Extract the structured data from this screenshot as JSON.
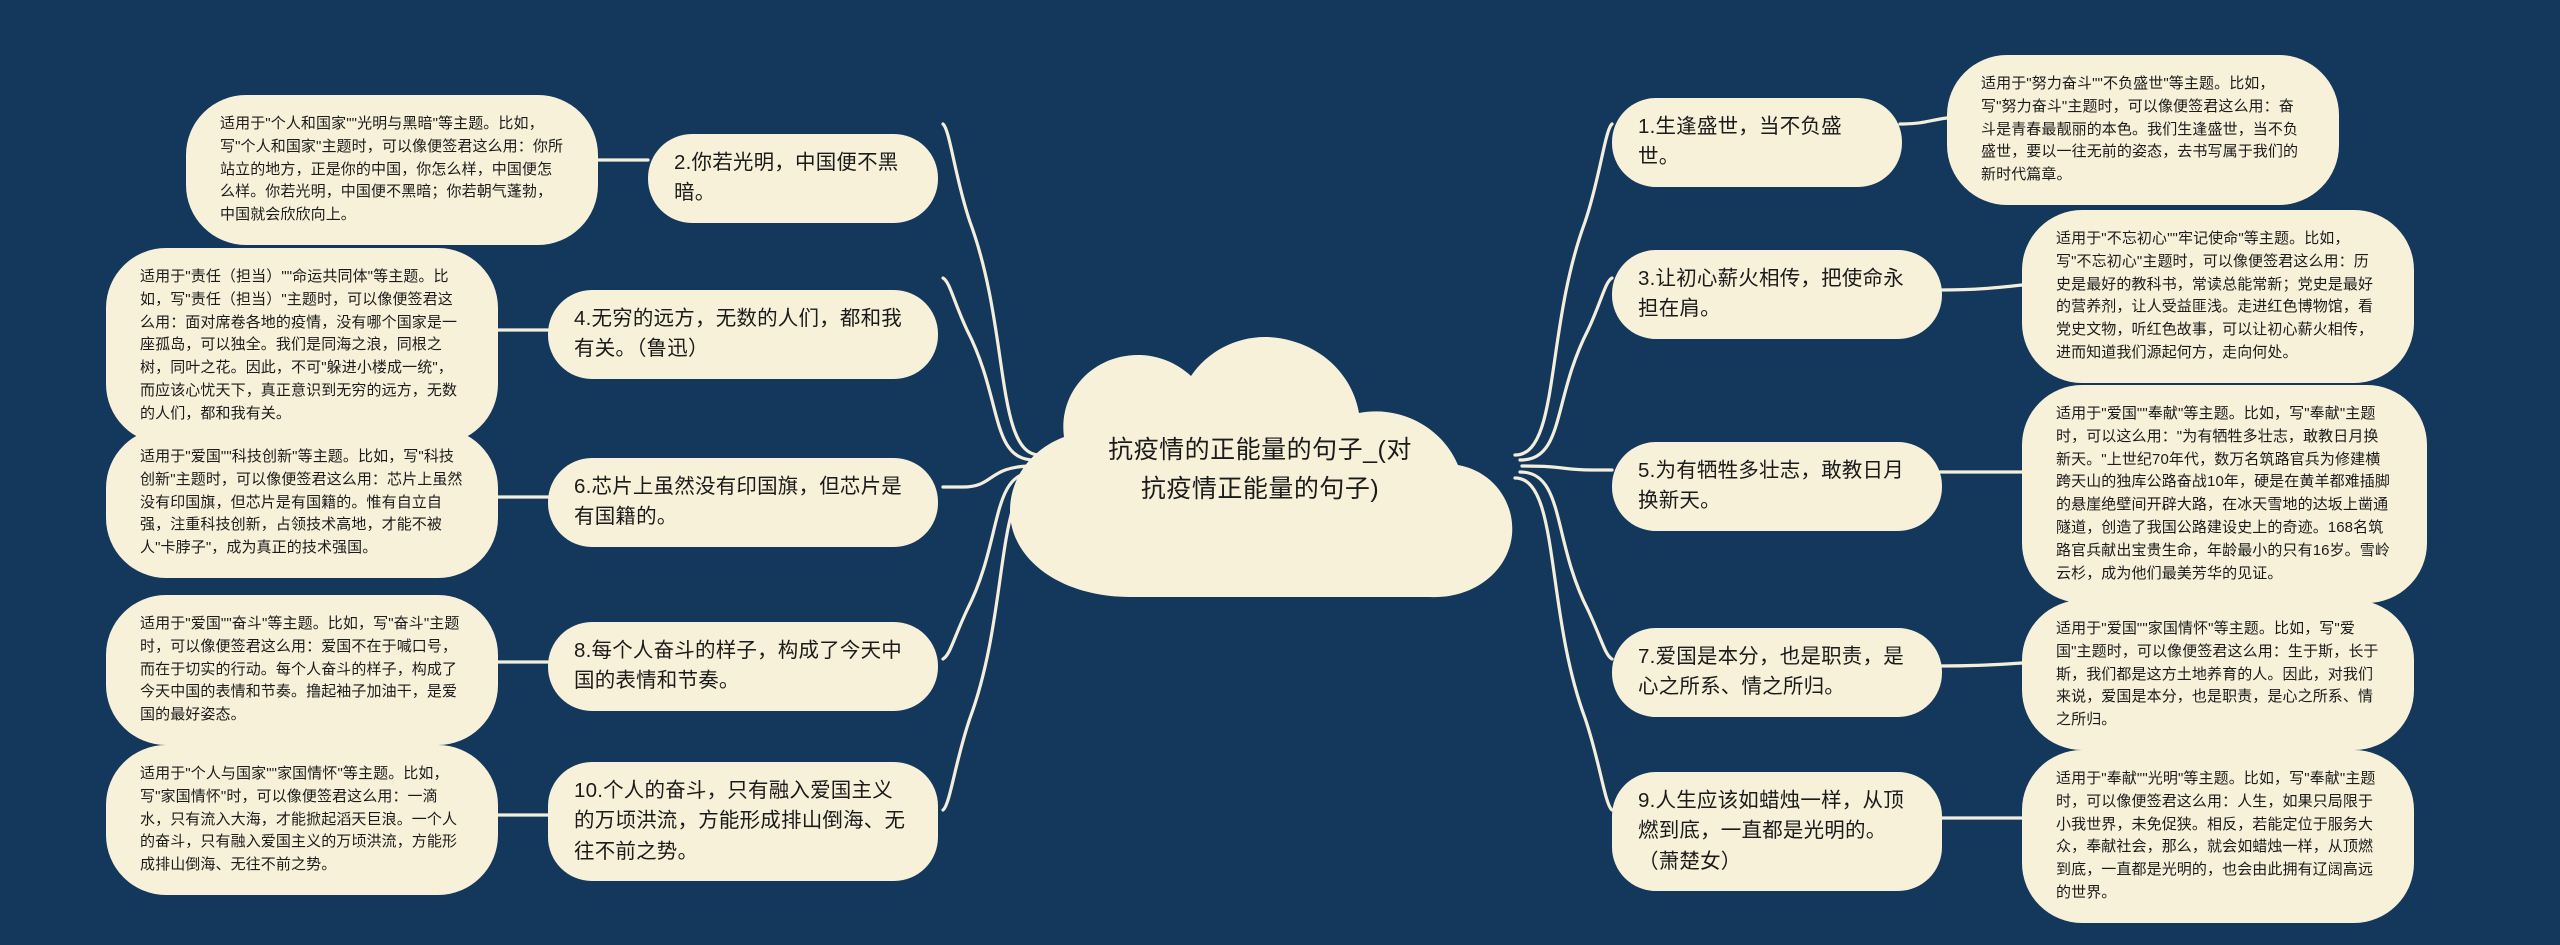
{
  "theme": {
    "background_color": "#14375c",
    "node_fill_color": "#f7f1da",
    "cloud_fill_color": "#f7f1da",
    "connector_color": "#f4efdc",
    "text_color": "#1b1b1b"
  },
  "center": {
    "title": "抗疫情的正能量的句子_(对抗疫情正能量的句子)"
  },
  "branches": [
    {
      "id": "topic-1",
      "side": "right",
      "topic": "1.生逢盛世，当不负盛世。",
      "detail": "适用于\"努力奋斗\"\"不负盛世\"等主题。比如，写\"努力奋斗\"主题时，可以像便签君这么用：奋斗是青春最靓丽的本色。我们生逢盛世，当不负盛世，要以一往无前的姿态，去书写属于我们的新时代篇章。"
    },
    {
      "id": "topic-3",
      "side": "right",
      "topic": "3.让初心薪火相传，把使命永担在肩。",
      "detail": "适用于\"不忘初心\"\"牢记使命\"等主题。比如，写\"不忘初心\"主题时，可以像便签君这么用：历史是最好的教科书，常读总能常新；党史是最好的营养剂，让人受益匪浅。走进红色博物馆，看党史文物，听红色故事，可以让初心薪火相传，进而知道我们源起何方，走向何处。"
    },
    {
      "id": "topic-5",
      "side": "right",
      "topic": "5.为有牺牲多壮志，敢教日月换新天。",
      "detail": "适用于\"爱国\"\"奉献\"等主题。比如，写\"奉献\"主题时，可以这么用：\"为有牺牲多壮志，敢教日月换新天。\"上世纪70年代，数万名筑路官兵为修建横跨天山的独库公路奋战10年，硬是在黄羊都难插脚的悬崖绝壁间开辟大路，在冰天雪地的达坂上凿通隧道，创造了我国公路建设史上的奇迹。168名筑路官兵献出宝贵生命，年龄最小的只有16岁。雪岭云杉，成为他们最美芳华的见证。"
    },
    {
      "id": "topic-7",
      "side": "right",
      "topic": "7.爱国是本分，也是职责，是心之所系、情之所归。",
      "detail": "适用于\"爱国\"\"家国情怀\"等主题。比如，写\"爱国\"主题时，可以像便签君这么用：生于斯，长于斯，我们都是这方土地养育的人。因此，对我们来说，爱国是本分，也是职责，是心之所系、情之所归。"
    },
    {
      "id": "topic-9",
      "side": "right",
      "topic": "9.人生应该如蜡烛一样，从顶燃到底，一直都是光明的。（萧楚女）",
      "detail": "适用于\"奉献\"\"光明\"等主题。比如，写\"奉献\"主题时，可以像便签君这么用：人生，如果只局限于小我世界，未免促狭。相反，若能定位于服务大众，奉献社会，那么，就会如蜡烛一样，从顶燃到底，一直都是光明的，也会由此拥有辽阔高远的世界。"
    },
    {
      "id": "topic-2",
      "side": "left",
      "topic": "2.你若光明，中国便不黑暗。",
      "detail": "适用于\"个人和国家\"\"光明与黑暗\"等主题。比如，写\"个人和国家\"主题时，可以像便签君这么用：你所站立的地方，正是你的中国，你怎么样，中国便怎么样。你若光明，中国便不黑暗；你若朝气蓬勃，中国就会欣欣向上。"
    },
    {
      "id": "topic-4",
      "side": "left",
      "topic": "4.无穷的远方，无数的人们，都和我有关。（鲁迅）",
      "detail": "适用于\"责任（担当）\"\"命运共同体\"等主题。比如，写\"责任（担当）\"主题时，可以像便签君这么用：面对席卷各地的疫情，没有哪个国家是一座孤岛，可以独全。我们是同海之浪，同根之树，同叶之花。因此，不可\"躲进小楼成一统\"，而应该心忧天下，真正意识到无穷的远方，无数的人们，都和我有关。"
    },
    {
      "id": "topic-6",
      "side": "left",
      "topic": "6.芯片上虽然没有印国旗，但芯片是有国籍的。",
      "detail": "适用于\"爱国\"\"科技创新\"等主题。比如，写\"科技创新\"主题时，可以像便签君这么用：芯片上虽然没有印国旗，但芯片是有国籍的。惟有自立自强，注重科技创新，占领技术高地，才能不被人\"卡脖子\"，成为真正的技术强国。"
    },
    {
      "id": "topic-8",
      "side": "left",
      "topic": "8.每个人奋斗的样子，构成了今天中国的表情和节奏。",
      "detail": "适用于\"爱国\"\"奋斗\"等主题。比如，写\"奋斗\"主题时，可以像便签君这么用：爱国不在于喊口号，而在于切实的行动。每个人奋斗的样子，构成了今天中国的表情和节奏。撸起袖子加油干，是爱国的最好姿态。"
    },
    {
      "id": "topic-10",
      "side": "left",
      "topic": "10.个人的奋斗，只有融入爱国主义的万顷洪流，方能形成排山倒海、无往不前之势。",
      "detail": "适用于\"个人与国家\"\"家国情怀\"等主题。比如，写\"家国情怀\"时，可以像便签君这么用：一滴水，只有流入大海，才能掀起滔天巨浪。一个人的奋斗，只有融入爱国主义的万顷洪流，方能形成排山倒海、无往不前之势。"
    }
  ]
}
